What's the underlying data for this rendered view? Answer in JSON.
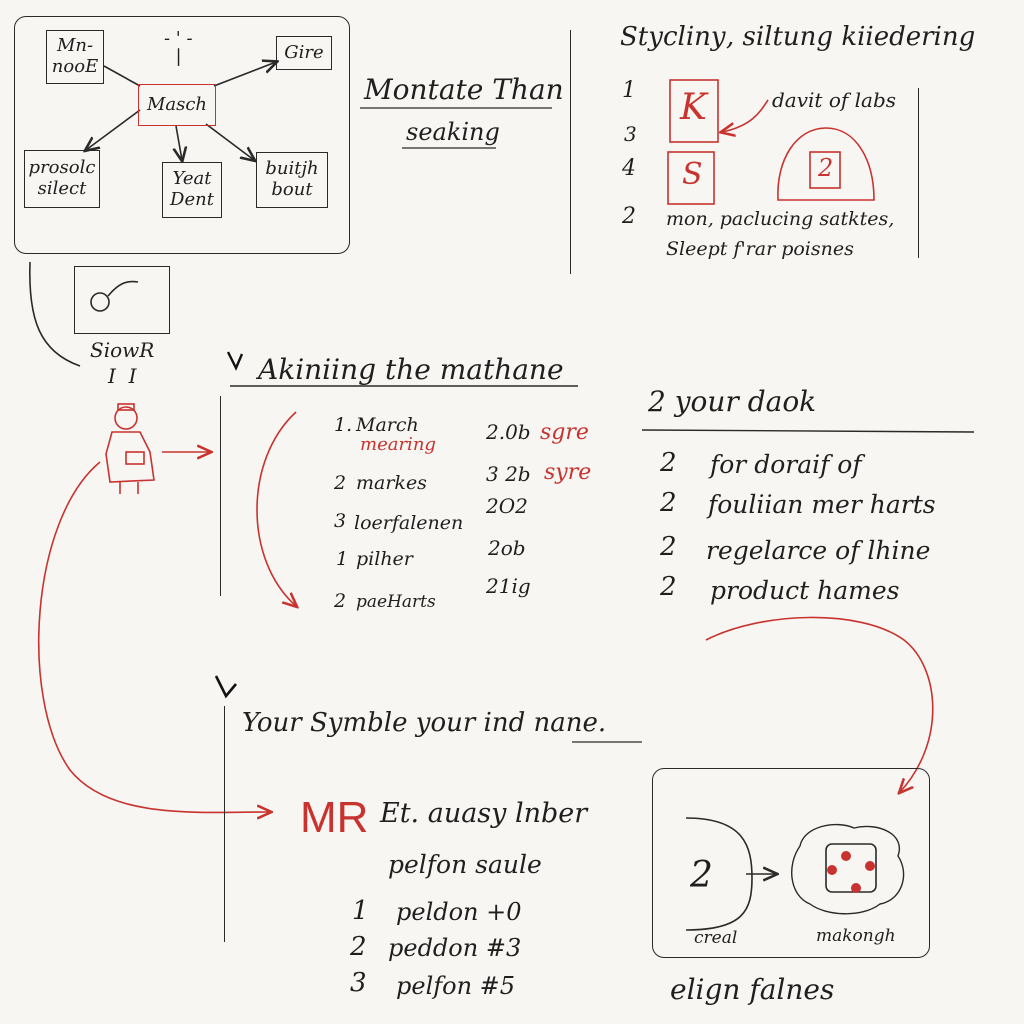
{
  "top_left_diagram": {
    "node_top_left": "Mn-\nnooE",
    "node_center": "Masch",
    "node_top_right": "Gire",
    "node_bottom_left": "prosolc\nsilect",
    "node_bottom_center": "Yeat\nDent",
    "node_bottom_right": "buitjh\nbout",
    "crosshair": "- ' -\n  |"
  },
  "top_middle": {
    "title_line1": "Montate Than",
    "title_line2": "seaking"
  },
  "top_right": {
    "title": "Styclinу, siltung kiiedering",
    "row_numbers": [
      "1",
      "3",
      "4",
      "2"
    ],
    "box_k_label": "K",
    "box_s_label": "S",
    "arch_label": "2",
    "callout": "davit of labs",
    "line1": "mon, paclucing satktes,",
    "line2": "Sleept f'rar poisnes"
  },
  "small_panel": {
    "caption": "SiowR",
    "ticks": "I  I"
  },
  "middle": {
    "heading": "Akiniing the mathane",
    "items": [
      {
        "num": "1.",
        "label": "March",
        "sub": "mearing",
        "value": "2.0b",
        "tag": "sgre"
      },
      {
        "num": "2",
        "label": "markes",
        "sub": "",
        "value": "3 2b",
        "tag": "syre"
      },
      {
        "num": "3",
        "label": "loerfalenen",
        "sub": "",
        "value": "2O2",
        "tag": ""
      },
      {
        "num": "1",
        "label": "pilher",
        "sub": "",
        "value": "2ob",
        "tag": ""
      },
      {
        "num": "2",
        "label": "paeHarts",
        "sub": "",
        "value": "21ig",
        "tag": ""
      }
    ]
  },
  "right_list": {
    "heading": "2 your daok",
    "items": [
      {
        "num": "2",
        "text": "for doraif of"
      },
      {
        "num": "2",
        "text": "fouliian mer harts"
      },
      {
        "num": "2",
        "text": "regelarce of lhine"
      },
      {
        "num": "2",
        "text": "product hames"
      }
    ]
  },
  "bottom": {
    "heading": "Your Symble your ind nane.",
    "mr_mark": "MR",
    "line1": "Et. auasy lnber",
    "line2": "pelfon saule",
    "items": [
      {
        "num": "1",
        "text": "peldon +0"
      },
      {
        "num": "2",
        "text": "peddon #3"
      },
      {
        "num": "3",
        "text": "pelfon #5"
      }
    ]
  },
  "bottom_right_box": {
    "left_number": "2",
    "left_caption": "creal",
    "right_caption": "makongh",
    "footer": "elign falnes"
  },
  "colors": {
    "ink": "#1f1f1f",
    "red_ink": "#c8332f",
    "paper": "#f7f6f2"
  }
}
